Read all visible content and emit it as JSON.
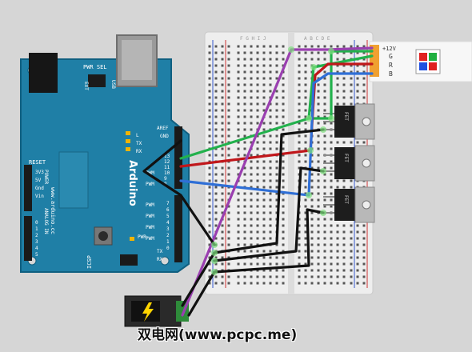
{
  "arduino": {
    "brand": "Arduino",
    "website": "www.arduino.cc",
    "pwr_sel": "PWR SEL",
    "usb": "USB",
    "ext": "EXT",
    "aref": "AREF",
    "gnd": "GND",
    "tx": "TX",
    "rx": "RX",
    "l": "L",
    "reset": "RESET",
    "power_left": [
      "3V3",
      "5V",
      "Gnd",
      "Vin"
    ],
    "power_header": "POWER",
    "analog_header": "ANALOG IN",
    "analog_pins": [
      "0",
      "1",
      "2",
      "3",
      "4",
      "5"
    ],
    "digital_top": [
      "13",
      "12",
      "11",
      "10",
      "9",
      "8"
    ],
    "digital_bottom": [
      "7",
      "6",
      "5",
      "4",
      "3",
      "2",
      "1",
      "0"
    ],
    "pwm_labels": [
      "PWM",
      "PWM",
      "PWM",
      "PWM",
      "PWM",
      "PWM"
    ],
    "pwr": "PWR",
    "txrx": [
      "TX",
      "RX"
    ],
    "icsp": "ICSP"
  },
  "breadboard": {
    "column_letters_left": "F G H I J",
    "column_letters_right": "A B C D E"
  },
  "led_strip": {
    "labels": [
      "+12V",
      "G",
      "R",
      "B"
    ]
  },
  "mosfets": [
    {
      "label": "FET"
    },
    {
      "label": "FET"
    },
    {
      "label": "FET"
    }
  ],
  "wires": {
    "green": "#22b14c",
    "red": "#c0161a",
    "blue": "#2f6fd6",
    "purple": "#9a3fb0",
    "black": "#111111"
  },
  "watermark": "双电网(www.pcpc.me)"
}
